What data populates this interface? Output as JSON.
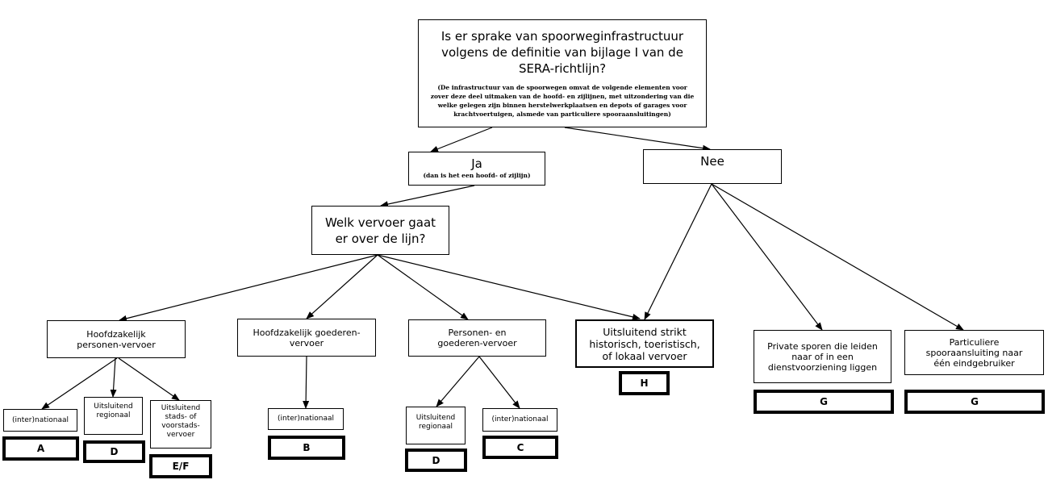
{
  "root": {
    "question": "Is er sprake van spoorweginfrastructuur volgens de definitie van bijlage I van de SERA-richtlijn?",
    "note": "(De infrastructuur van de spoorwegen omvat de volgende elementen voor zover deze deel uitmaken van de hoofd- en zijlijnen, met uitzondering van die welke gelegen zijn binnen herstelwerkplaatsen en depots of garages voor krachtvoertuigen, alsmede van particuliere spooraansluitingen)"
  },
  "ja": {
    "label": "Ja",
    "note": "(dan is het een hoofd- of zijlijn)"
  },
  "nee": {
    "label": "Nee"
  },
  "vervoer_question": "Welk vervoer gaat er over de lijn?",
  "categories": {
    "personen": "Hoofdzakelijk personen-vervoer",
    "goederen": "Hoofdzakelijk goederen-vervoer",
    "gemengd": "Personen- en goederen-vervoer",
    "historisch": "Uitsluitend strikt historisch, toeristisch, of lokaal vervoer",
    "private": "Private sporen die leiden naar of in een dienstvoorziening liggen",
    "particulier": "Particuliere spooraansluiting naar één eindgebruiker"
  },
  "leaves": {
    "p_int": "(inter)nationaal",
    "p_reg": "Uitsluitend regionaal",
    "p_stads": "Uitsluitend stads- of voorstads-vervoer",
    "g_int": "(inter)nationaal",
    "m_reg": "Uitsluitend regionaal",
    "m_int": "(inter)nationaal"
  },
  "codes": {
    "A": "A",
    "D1": "D",
    "EF": "E/F",
    "B": "B",
    "D2": "D",
    "C": "C",
    "H": "H",
    "G1": "G",
    "G2": "G"
  }
}
